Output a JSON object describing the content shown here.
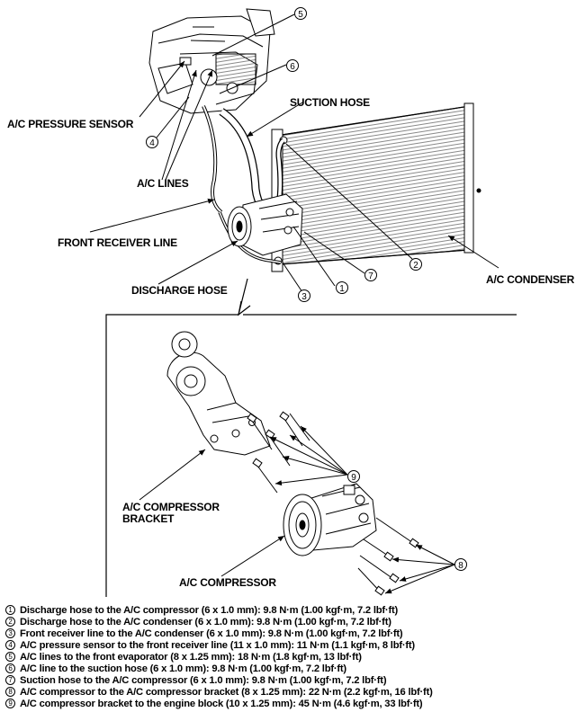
{
  "labels": {
    "pressure_sensor": "A/C PRESSURE SENSOR",
    "suction_hose": "SUCTION HOSE",
    "ac_lines": "A/C LINES",
    "front_receiver_line": "FRONT RECEIVER LINE",
    "discharge_hose": "DISCHARGE HOSE",
    "condenser": "A/C CONDENSER",
    "bracket_line1": "A/C COMPRESSOR",
    "bracket_line2": "BRACKET",
    "compressor": "A/C COMPRESSOR"
  },
  "callouts": {
    "c1": "1",
    "c2": "2",
    "c3": "3",
    "c4": "4",
    "c5": "5",
    "c6": "6",
    "c7": "7",
    "c8": "8",
    "c9": "9"
  },
  "legend": [
    {
      "num": "1",
      "text": "Discharge hose to the A/C compressor (6 x 1.0 mm): 9.8 N·m (1.00 kgf·m, 7.2 lbf·ft)"
    },
    {
      "num": "2",
      "text": "Discharge hose to the A/C condenser (6 x 1.0 mm): 9.8 N·m (1.00 kgf·m, 7.2 lbf·ft)"
    },
    {
      "num": "3",
      "text": "Front receiver line to the A/C condenser (6 x 1.0 mm): 9.8 N·m (1.00 kgf·m, 7.2 lbf·ft)"
    },
    {
      "num": "4",
      "text": "A/C pressure sensor to the front receiver line (11 x 1.0 mm): 11 N·m (1.1 kgf·m, 8 lbf·ft)"
    },
    {
      "num": "5",
      "text": "A/C lines to the front evaporator (8 x 1.25 mm): 18 N·m (1.8 kgf·m, 13 lbf·ft)"
    },
    {
      "num": "6",
      "text": "A/C line to the suction hose (6 x 1.0 mm): 9.8 N·m (1.00 kgf·m, 7.2 lbf·ft)"
    },
    {
      "num": "7",
      "text": "Suction hose to the A/C compressor (6 x 1.0 mm): 9.8 N·m (1.00 kgf·m, 7.2 lbf·ft)"
    },
    {
      "num": "8",
      "text": "A/C compressor to the A/C compressor bracket (8 x 1.25 mm): 22 N·m (2.2 kgf·m, 16 lbf·ft)"
    },
    {
      "num": "9",
      "text": "A/C compressor bracket to the engine block (10 x 1.25 mm): 45 N·m (4.6 kgf·m, 33 lbf·ft)"
    }
  ]
}
